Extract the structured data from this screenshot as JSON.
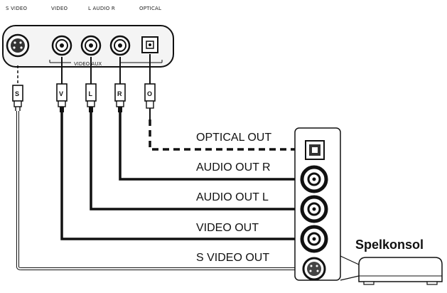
{
  "panel": {
    "jack_labels": [
      "S VIDEO",
      "VIDEO",
      "L  AUDIO  R",
      "OPTICAL"
    ],
    "group_label": "VIDEO AUX"
  },
  "plugs": [
    "S",
    "V",
    "L",
    "R",
    "O"
  ],
  "outputs": [
    "OPTICAL OUT",
    "AUDIO OUT R",
    "AUDIO OUT L",
    "VIDEO OUT",
    "S VIDEO OUT"
  ],
  "device": {
    "label": "Spelkonsol"
  }
}
